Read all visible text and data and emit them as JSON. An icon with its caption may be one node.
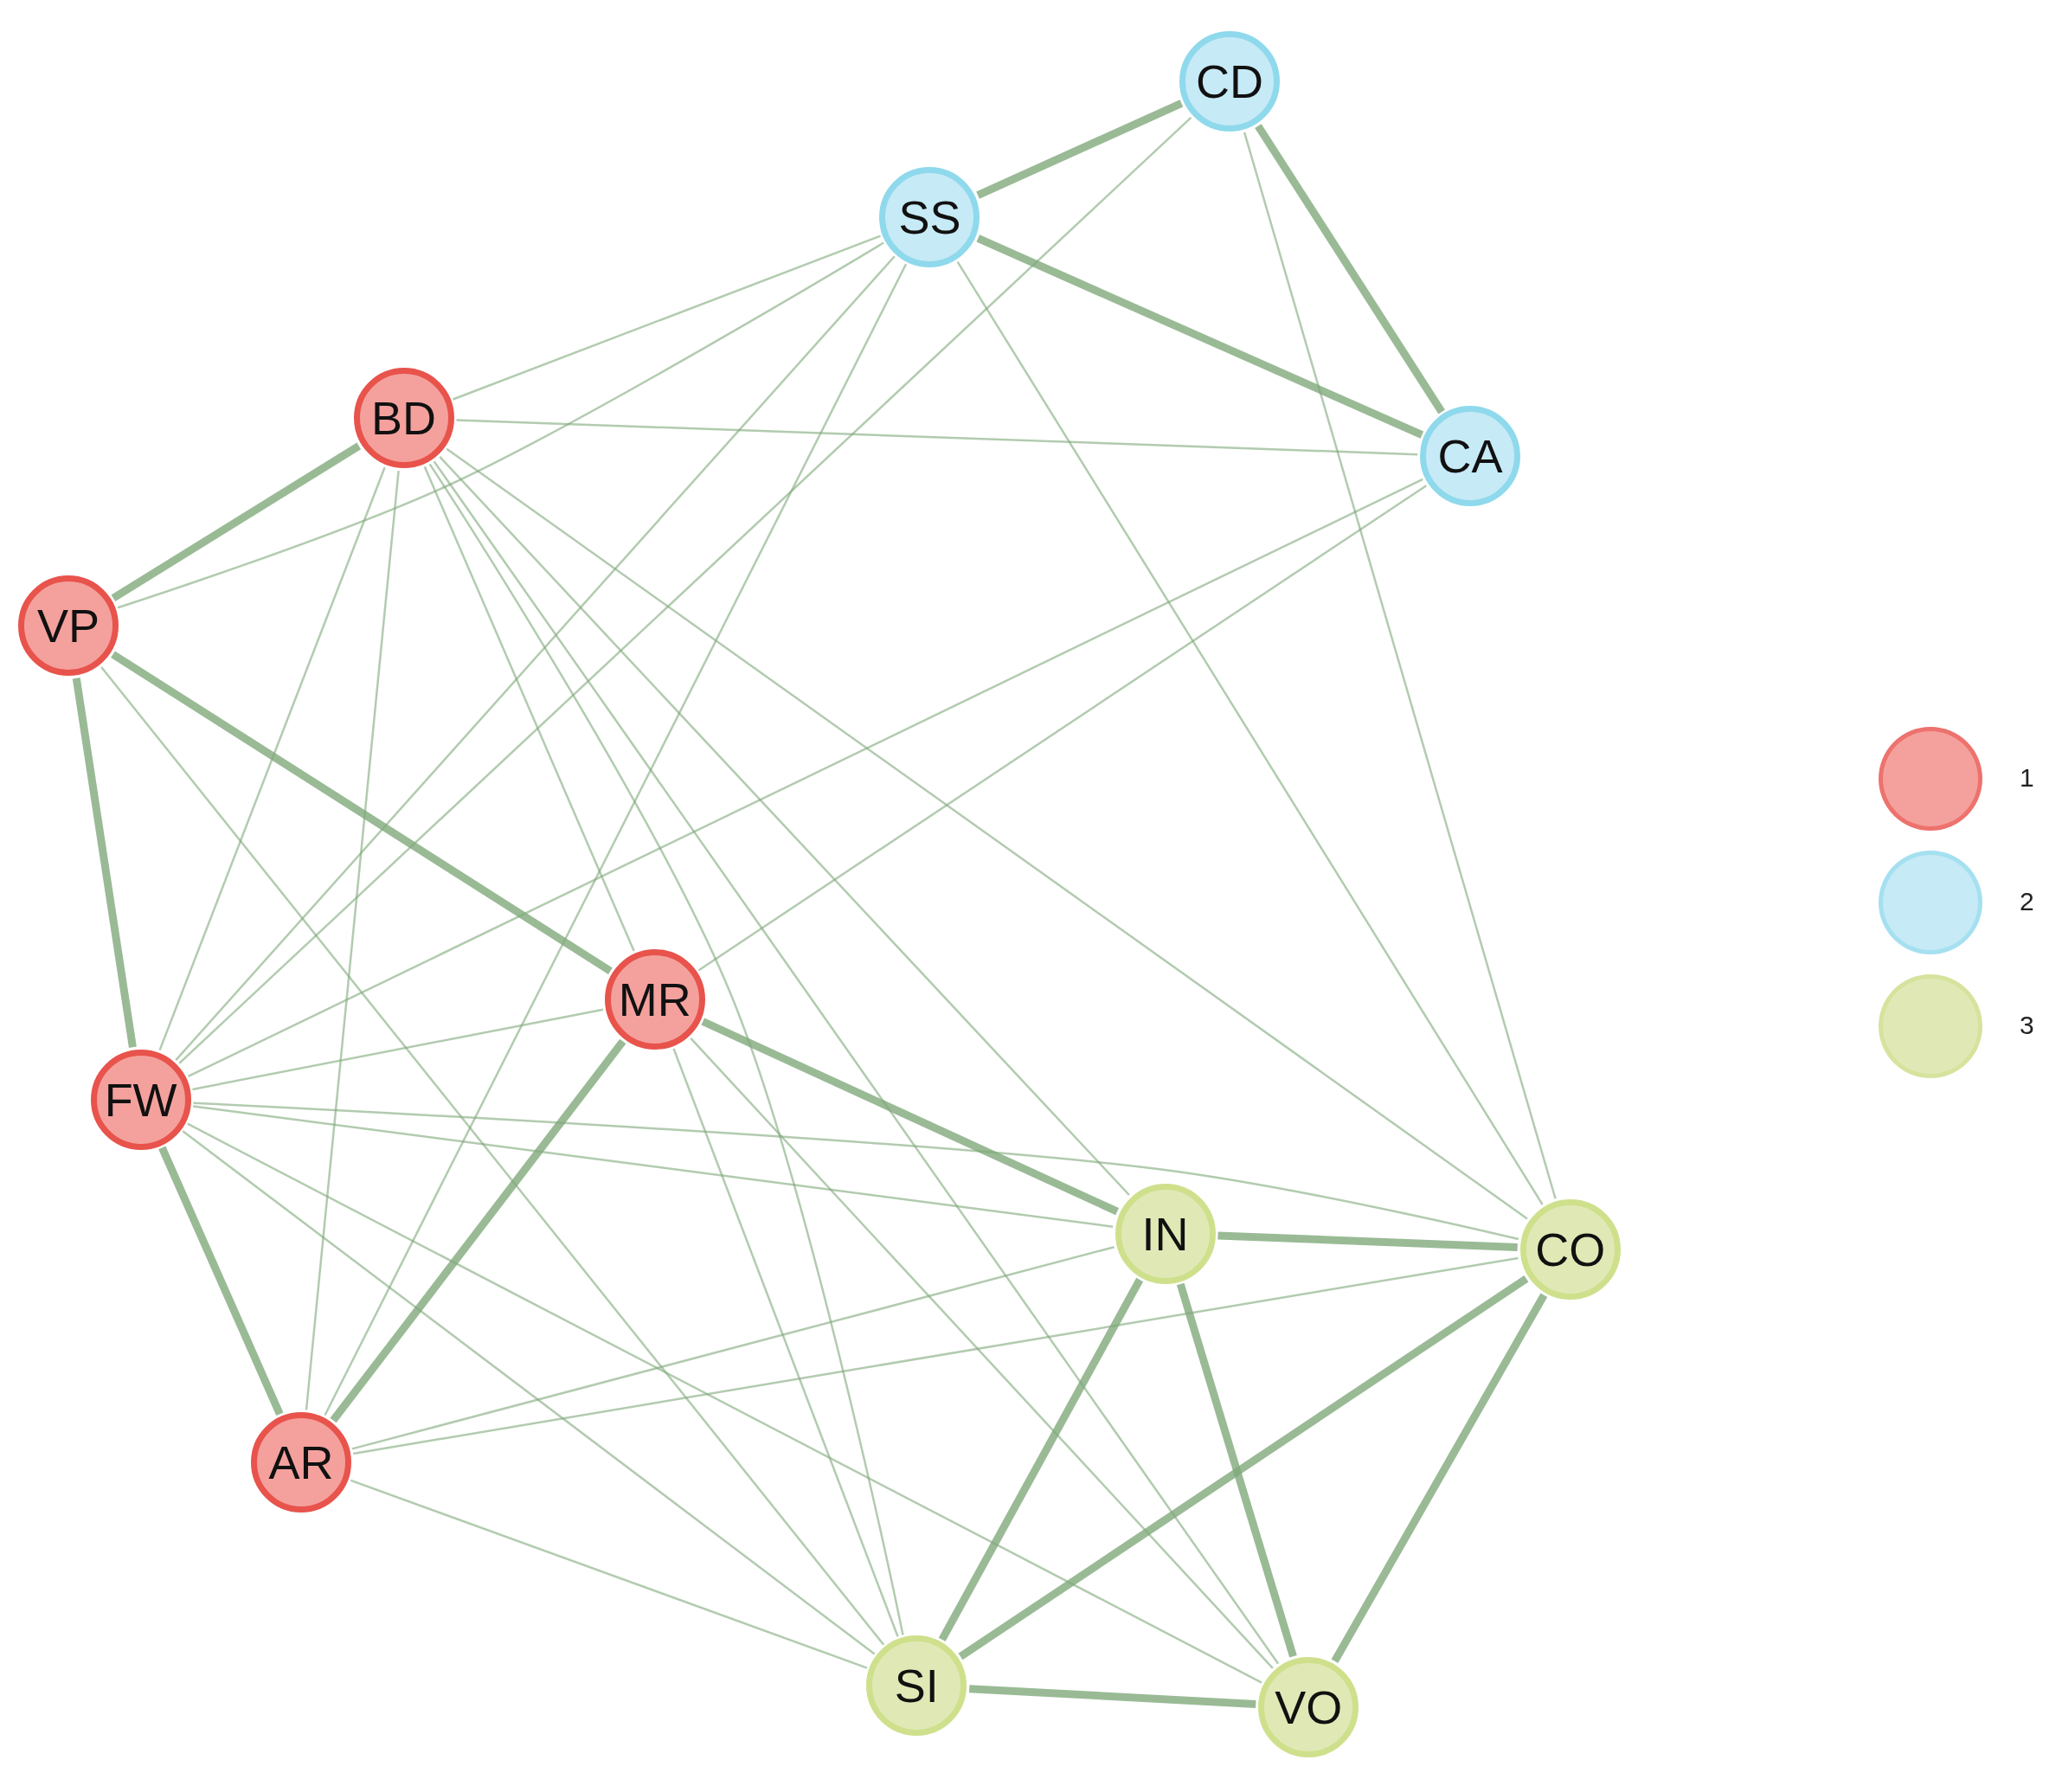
{
  "diagram": {
    "nodes": [
      {
        "text": [
          "CD"
        ]
      },
      {
        "text": [
          "SS"
        ]
      },
      {
        "text": [
          "BD"
        ]
      },
      {
        "text": [
          "CA"
        ]
      },
      {
        "text": [
          "VP"
        ]
      },
      {
        "text": [
          "MR"
        ]
      },
      {
        "text": [
          "FW"
        ]
      },
      {
        "text": [
          "IN"
        ]
      },
      {
        "text": [
          "CO"
        ]
      },
      {
        "text": [
          "AR"
        ]
      },
      {
        "text": [
          "SI"
        ]
      },
      {
        "text": [
          "VO"
        ]
      }
    ],
    "edges": [
      {
        "from": 1,
        "to": 0,
        "arrow": "none",
        "style": "thick"
      },
      {
        "from": 1,
        "to": 3,
        "arrow": "none",
        "style": "thick"
      },
      {
        "from": 0,
        "to": 3,
        "arrow": "none",
        "style": "thick"
      },
      {
        "from": 2,
        "to": 4,
        "arrow": "none",
        "style": "thick"
      },
      {
        "from": 4,
        "to": 6,
        "arrow": "none",
        "style": "thick"
      },
      {
        "from": 6,
        "to": 9,
        "arrow": "none",
        "style": "thick"
      },
      {
        "from": 10,
        "to": 11,
        "arrow": "none",
        "style": "thick"
      },
      {
        "from": 4,
        "to": 5,
        "arrow": "none",
        "style": "thick"
      },
      {
        "from": 5,
        "to": 7,
        "arrow": "none",
        "style": "thick"
      },
      {
        "from": 5,
        "to": 9,
        "arrow": "none",
        "style": "thick"
      },
      {
        "from": 7,
        "to": 8,
        "arrow": "none",
        "style": "thick"
      },
      {
        "from": 7,
        "to": 10,
        "arrow": "none",
        "style": "thick"
      },
      {
        "from": 7,
        "to": 11,
        "arrow": "none",
        "style": "thick"
      },
      {
        "from": 10,
        "to": 8,
        "arrow": "none",
        "style": "thick"
      },
      {
        "from": 8,
        "to": 11,
        "arrow": "none",
        "style": "thick"
      },
      {
        "from": 5,
        "to": 3,
        "arrow": "none"
      },
      {
        "from": 1,
        "to": 2,
        "arrow": "none"
      },
      {
        "from": 1,
        "to": 4,
        "arrow": "none"
      },
      {
        "from": 2,
        "to": 3,
        "arrow": "none"
      },
      {
        "from": 0,
        "to": 8,
        "arrow": "none"
      },
      {
        "from": 1,
        "to": 9,
        "arrow": "none"
      },
      {
        "from": 0,
        "to": 6,
        "arrow": "none"
      },
      {
        "from": 1,
        "to": 6,
        "arrow": "none"
      },
      {
        "from": 3,
        "to": 6,
        "arrow": "none"
      },
      {
        "from": 1,
        "to": 8,
        "arrow": "none"
      },
      {
        "from": 2,
        "to": 6,
        "arrow": "none"
      },
      {
        "from": 2,
        "to": 9,
        "arrow": "none"
      },
      {
        "from": 2,
        "to": 5,
        "arrow": "none"
      },
      {
        "from": 2,
        "to": 10,
        "arrow": "none"
      },
      {
        "from": 2,
        "to": 7,
        "arrow": "none"
      },
      {
        "from": 2,
        "to": 11,
        "arrow": "none"
      },
      {
        "from": 2,
        "to": 8,
        "arrow": "none"
      },
      {
        "from": 4,
        "to": 10,
        "arrow": "none"
      },
      {
        "from": 6,
        "to": 5,
        "arrow": "none"
      },
      {
        "from": 6,
        "to": 7,
        "arrow": "none"
      },
      {
        "from": 6,
        "to": 8,
        "arrow": "none"
      },
      {
        "from": 6,
        "to": 10,
        "arrow": "none"
      },
      {
        "from": 6,
        "to": 11,
        "arrow": "none"
      },
      {
        "from": 9,
        "to": 7,
        "arrow": "none"
      },
      {
        "from": 9,
        "to": 8,
        "arrow": "none"
      },
      {
        "from": 9,
        "to": 10,
        "arrow": "none"
      },
      {
        "from": 5,
        "to": 10,
        "arrow": "none"
      },
      {
        "from": 5,
        "to": 11,
        "arrow": "none"
      }
    ],
    "legend": [
      {
        "text": "1",
        "color": "#f4a19d"
      },
      {
        "text": "2",
        "color": "#c6eaf6"
      },
      {
        "text": "3",
        "color": "#e0e9b6"
      }
    ]
  }
}
